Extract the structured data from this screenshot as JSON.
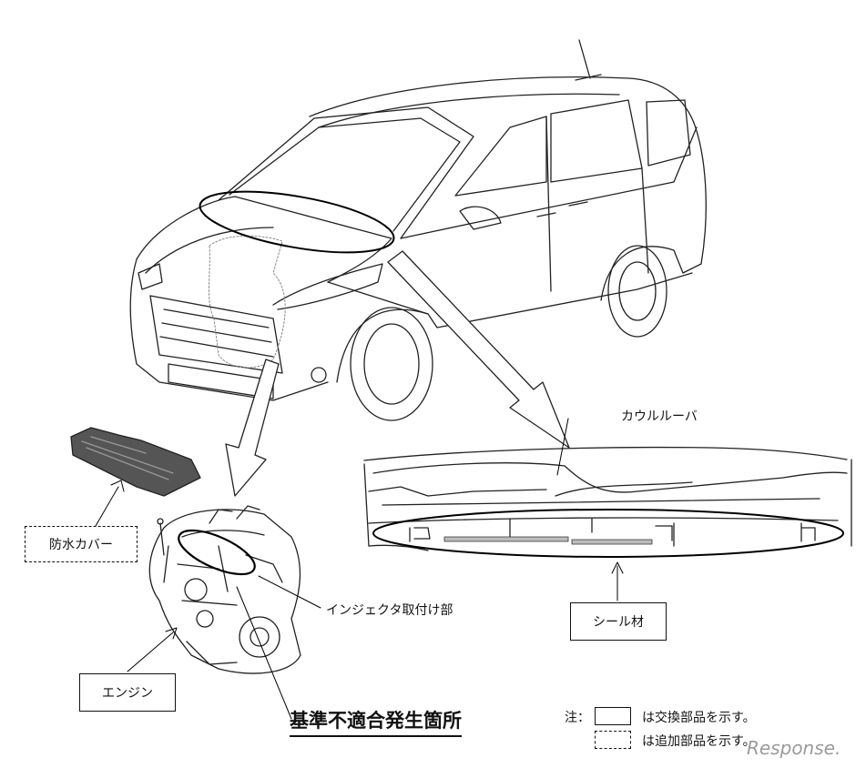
{
  "labels": {
    "cowl_louver": "カウルルーバ",
    "waterproof_cover": "防水カバー",
    "injector_mount": "インジェクタ取付け部",
    "seal_material": "シール材",
    "engine": "エンジン"
  },
  "title": "基準不適合発生箇所",
  "legend": {
    "prefix": "注：",
    "solid_text": "は交換部品を示す。",
    "dashed_text": "は追加部品を示す。"
  },
  "watermark": "Response."
}
